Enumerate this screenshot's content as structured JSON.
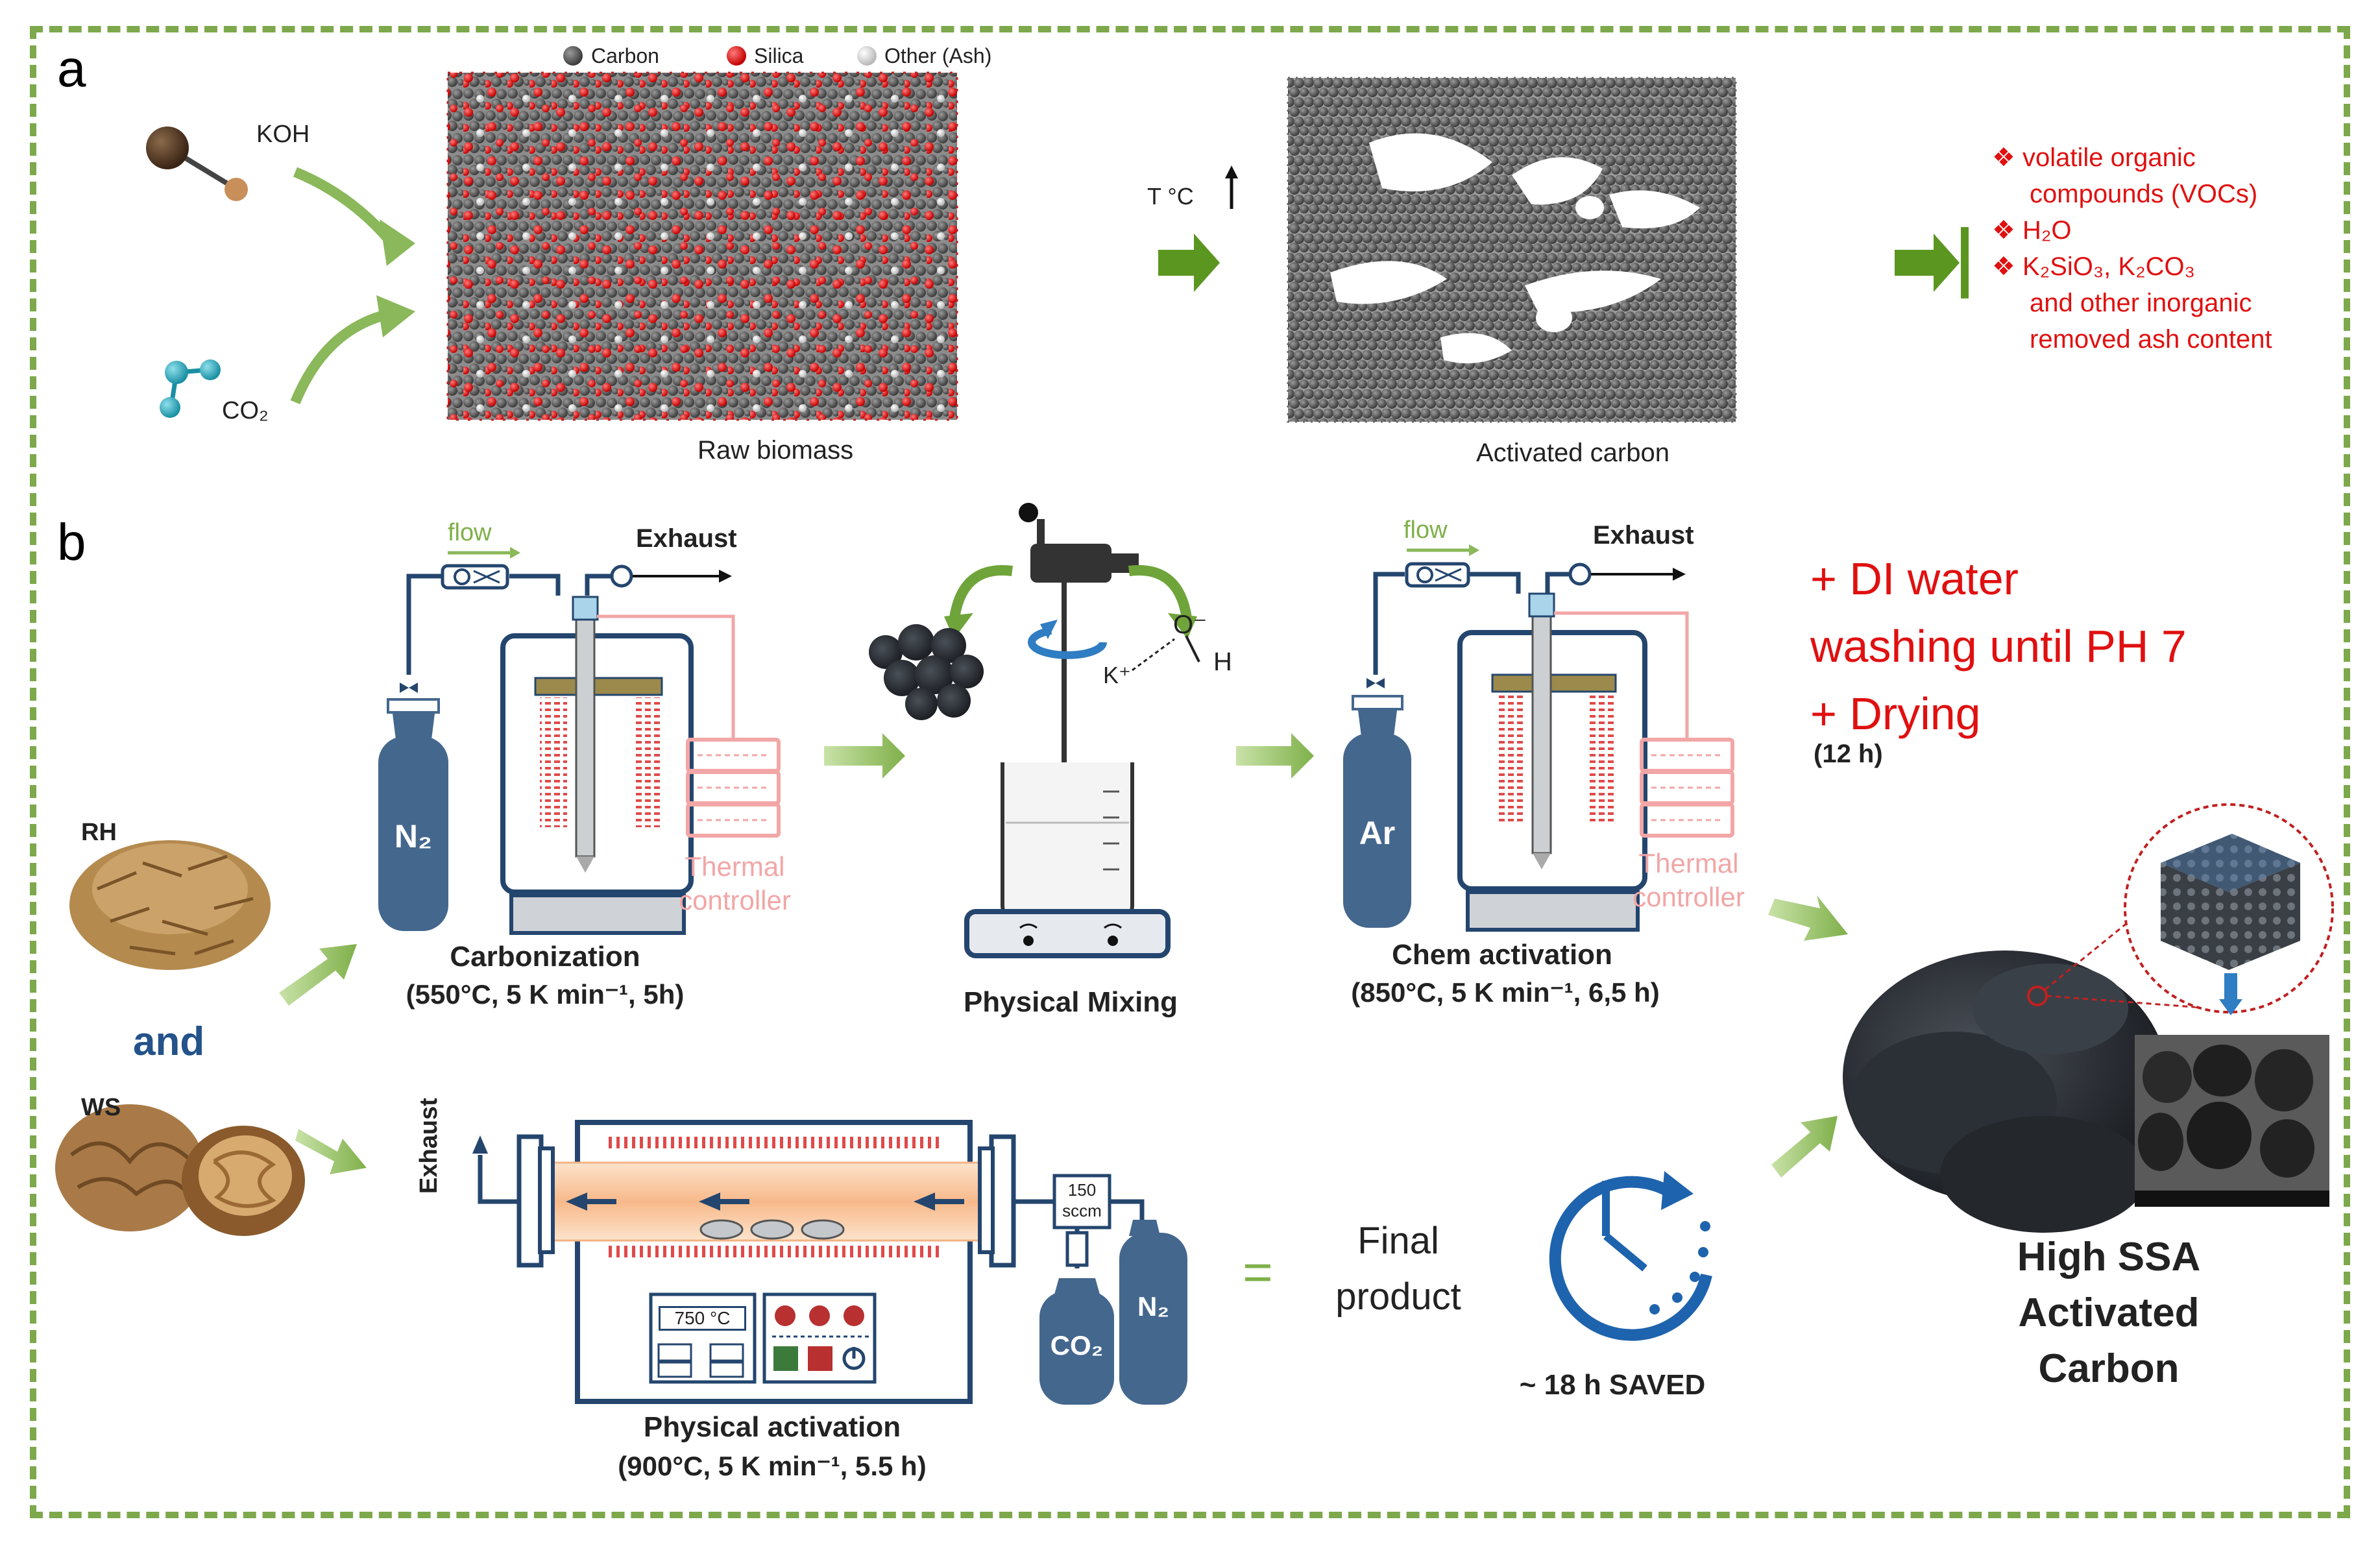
{
  "panel_a": {
    "letter": "a",
    "reagent_koh": "KOH",
    "reagent_co2": "CO₂",
    "legend": {
      "carbon": "Carbon",
      "silica": "Silica",
      "other": "Other (Ash)"
    },
    "raw_label": "Raw biomass",
    "temp_label": "T °C",
    "activated_label": "Activated carbon",
    "removed": [
      "volatile organic",
      "compounds (VOCs)",
      "H₂O",
      "K₂SiO₃, K₂CO₃",
      "and other inorganic",
      "removed ash content"
    ],
    "colors": {
      "carbon": "#5a5a5a",
      "silica": "#e01a1a",
      "ash": "#d8d8d8",
      "removed_text": "#e01010"
    }
  },
  "panel_b": {
    "letter": "b",
    "rh_label": "RH",
    "and_label": "and",
    "ws_label": "WS",
    "furnace1": {
      "flow": "flow",
      "exhaust": "Exhaust",
      "gas": "N₂",
      "thermal_1": "Thermal",
      "thermal_2": "controller",
      "title": "Carbonization",
      "conditions": "(550°C, 5 K min⁻¹, 5h)"
    },
    "mixing": {
      "kplus": "K⁺",
      "o_minus": "O⁻",
      "h": "H",
      "title": "Physical Mixing"
    },
    "furnace2": {
      "flow": "flow",
      "exhaust": "Exhaust",
      "gas": "Ar",
      "thermal_1": "Thermal",
      "thermal_2": "controller",
      "title": "Chem activation",
      "conditions": "(850°C, 5 K min⁻¹, 6,5 h)"
    },
    "washing": {
      "line1": "+ DI water",
      "line2": "washing until PH 7",
      "line3": "+ Drying",
      "line4": "(12 h)"
    },
    "tube_furnace": {
      "exhaust": "Exhaust",
      "flow_value": "150",
      "flow_unit": "sccm",
      "temp": "750 °C",
      "gas1": "CO₂",
      "gas2": "N₂",
      "title": "Physical activation",
      "conditions": "(900°C, 5 K min⁻¹, 5.5 h)"
    },
    "equals": "=",
    "final_1": "Final",
    "final_2": "product",
    "saved": "~ 18 h SAVED",
    "product_1": "High SSA",
    "product_2": "Activated",
    "product_3": "Carbon"
  }
}
